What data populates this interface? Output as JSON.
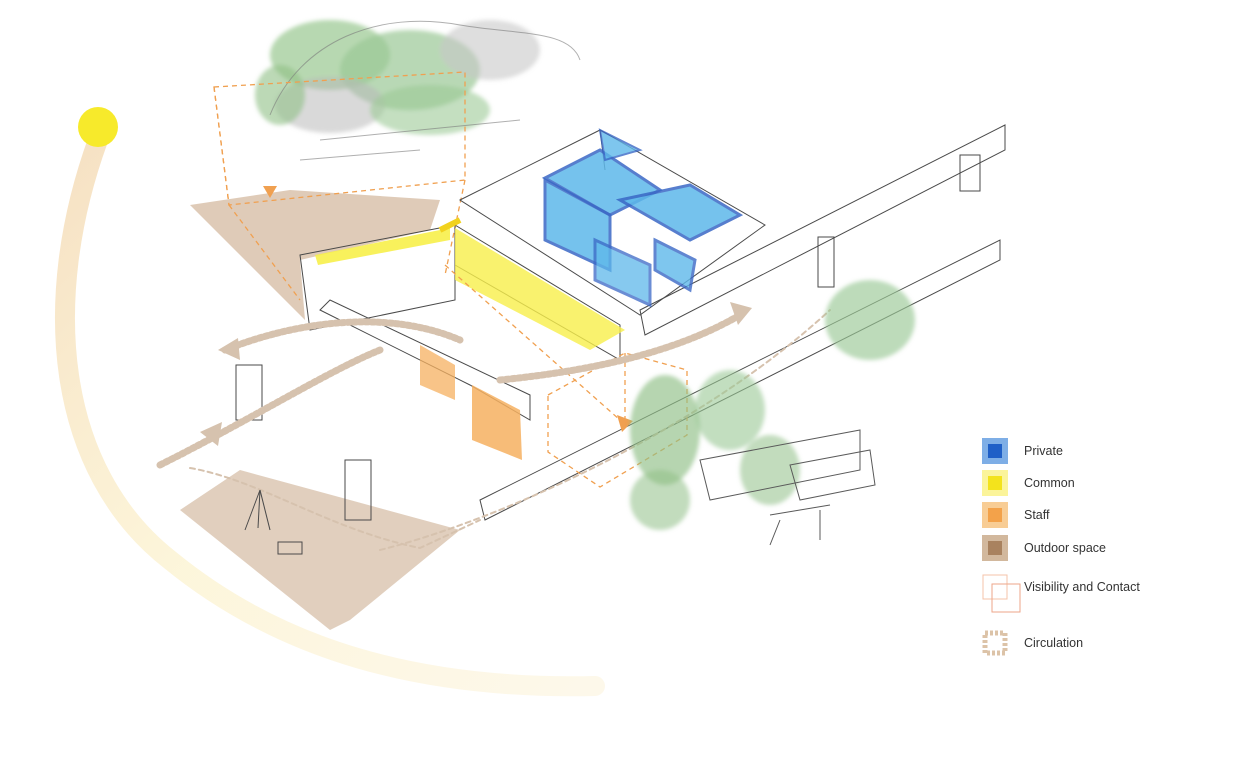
{
  "legend": {
    "items": [
      {
        "key": "private",
        "label": "Private",
        "color": "#3f7fd3"
      },
      {
        "key": "common",
        "label": "Common",
        "color": "#f6e63a"
      },
      {
        "key": "staff",
        "label": "Staff",
        "color": "#f4ab5a"
      },
      {
        "key": "outdoor",
        "label": "Outdoor space",
        "color": "#b89472"
      },
      {
        "key": "visibility",
        "label": "Visibility and Contact",
        "color": "#f2b9a0"
      },
      {
        "key": "circulation",
        "label": "Circulation",
        "color": "#d8bfa6"
      }
    ]
  },
  "colors": {
    "sun": "#f7ea2b",
    "sun_path": "#f9ecc0",
    "private": "#5eb8ea",
    "private_edge": "#3a68c6",
    "common": "#f7ef4a",
    "staff": "#f6b060",
    "outdoor": "#c4a07e",
    "visibility_line": "#f0a050",
    "circulation": "#d6c2ae",
    "tree": "#8fbf86",
    "line": "#4a4a4a"
  }
}
